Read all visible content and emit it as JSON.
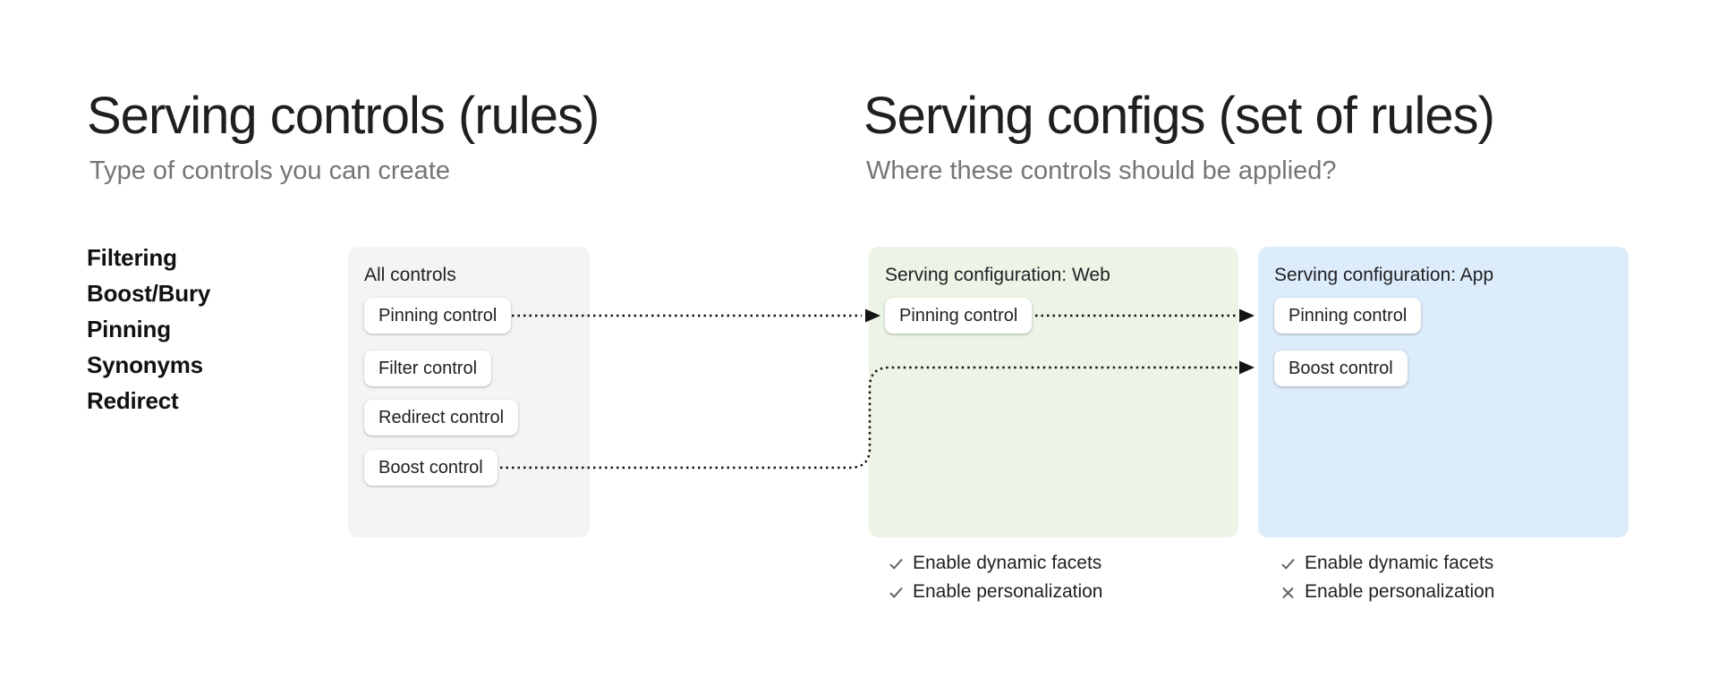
{
  "left_section": {
    "title": "Serving controls (rules)",
    "subtitle": "Type of controls you can create",
    "control_types": [
      "Filtering",
      "Boost/Bury",
      "Pinning",
      "Synonyms",
      "Redirect"
    ]
  },
  "right_section": {
    "title": "Serving configs (set of rules)",
    "subtitle": "Where these controls should be applied?"
  },
  "all_controls_card": {
    "label": "All controls",
    "buttons": [
      "Pinning control",
      "Filter control",
      "Redirect control",
      "Boost control"
    ]
  },
  "web_config_card": {
    "label": "Serving configuration: Web",
    "buttons": [
      "Pinning control"
    ],
    "settings": [
      {
        "icon": "check-icon",
        "label": "Enable dynamic facets",
        "enabled": true
      },
      {
        "icon": "check-icon",
        "label": "Enable personalization",
        "enabled": true
      }
    ]
  },
  "app_config_card": {
    "label": "Serving configuration: App",
    "buttons": [
      "Pinning control",
      "Boost control"
    ],
    "settings": [
      {
        "icon": "check-icon",
        "label": "Enable dynamic facets",
        "enabled": true
      },
      {
        "icon": "x-icon",
        "label": "Enable personalization",
        "enabled": false
      }
    ]
  },
  "arrows": [
    {
      "from": "all-controls-pinning",
      "to": "web-pinning",
      "style": "dotted"
    },
    {
      "from": "web-pinning",
      "to": "app-pinning",
      "style": "dotted"
    },
    {
      "from": "all-controls-boost",
      "to": "app-boost",
      "style": "dotted"
    }
  ],
  "colors": {
    "all_controls_card_bg": "#f5f4f3",
    "web_card_bg": "#ebf4e5",
    "app_card_bg": "#ddecfa",
    "text_primary": "#202124",
    "text_secondary": "#757575",
    "icon_gray": "#5f6368",
    "arrow": "#141414"
  }
}
